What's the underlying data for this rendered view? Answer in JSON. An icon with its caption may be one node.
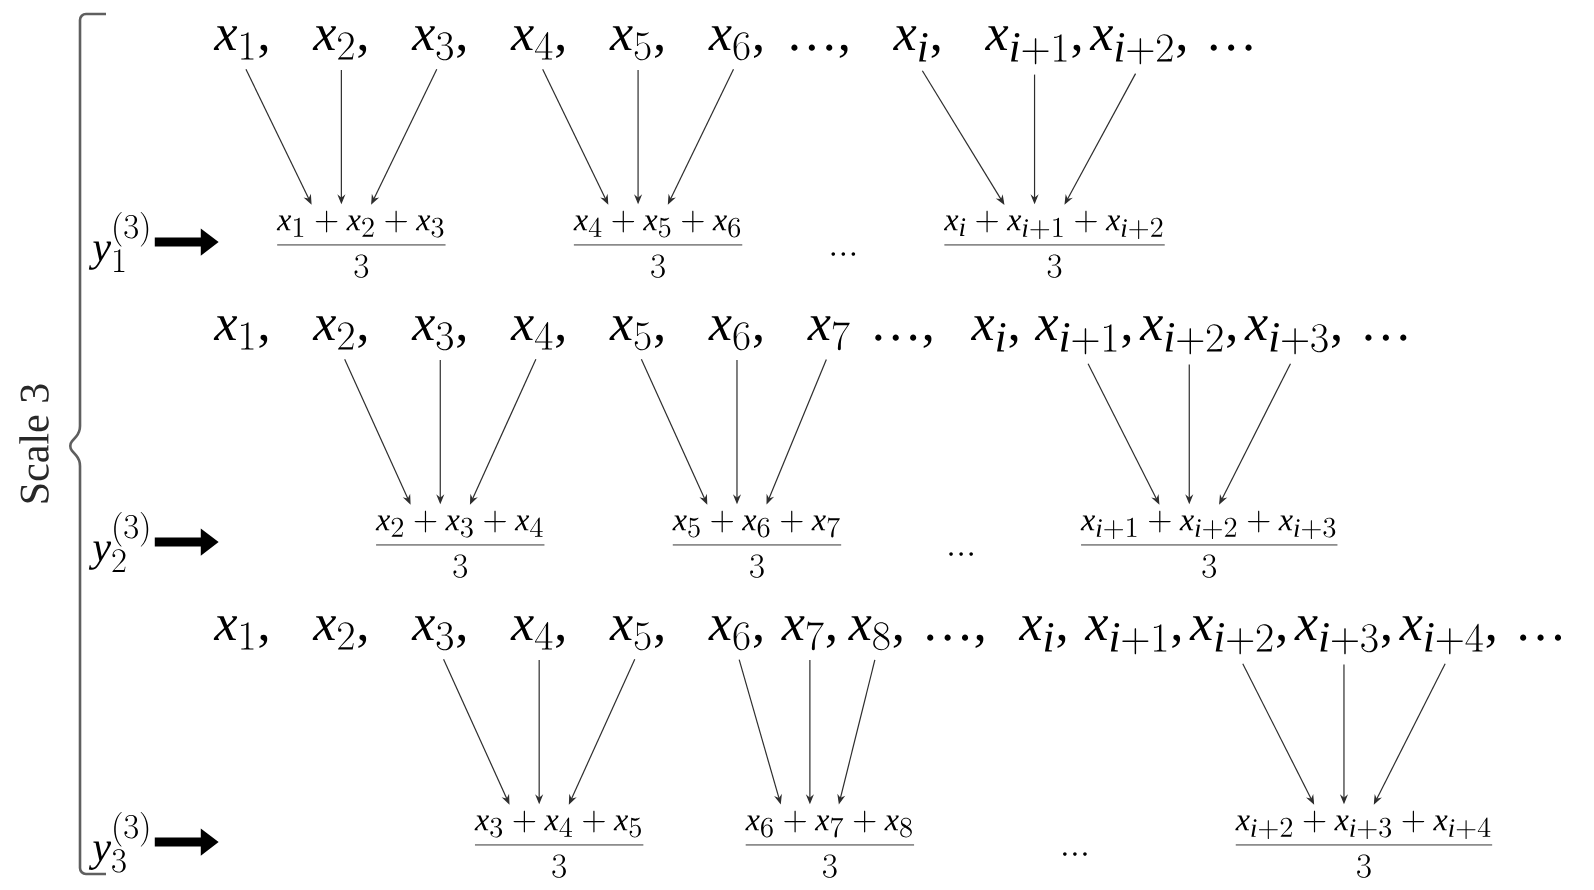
{
  "diagram": {
    "nodes": [
      {
        "text": [
          "x_1,"
        ]
      },
      {
        "text": [
          "x_2,"
        ]
      },
      {
        "text": [
          "x_3,"
        ]
      },
      {
        "text": [
          "x_4,"
        ]
      },
      {
        "text": [
          "x_5,"
        ]
      },
      {
        "text": [
          "x_6,"
        ]
      },
      {
        "text": [
          "x_i,"
        ]
      },
      {
        "text": [
          "x_{i+1},"
        ]
      },
      {
        "text": [
          "x_{i+2},"
        ]
      },
      {
        "text": [
          "y_1^{(3)}"
        ]
      },
      {
        "text": [
          "\\frac{x_1 + x_2 + x_3}{3}"
        ]
      },
      {
        "text": [
          "\\frac{x_4 + x_5 + x_6}{3}"
        ]
      },
      {
        "text": [
          "\\frac{x_i + x_{i+1} + x_{i+2}}{3}"
        ]
      },
      {
        "text": [
          "x_2,"
        ]
      },
      {
        "text": [
          "x_3,"
        ]
      },
      {
        "text": [
          "x_4,"
        ]
      },
      {
        "text": [
          "x_5,"
        ]
      },
      {
        "text": [
          "x_6,"
        ]
      },
      {
        "text": [
          "x_7"
        ]
      },
      {
        "text": [
          "x_{i+1},"
        ]
      },
      {
        "text": [
          "x_{i+2},"
        ]
      },
      {
        "text": [
          "x_{i+3},"
        ]
      },
      {
        "text": [
          "y_2^{(3)}"
        ]
      },
      {
        "text": [
          "\\frac{x_2 + x_3 + x_4}{3}"
        ]
      },
      {
        "text": [
          "\\frac{x_5 + x_6 + x_7}{3}"
        ]
      },
      {
        "text": [
          "\\frac{x_{i+1} + x_{i+2} + x_{i+3}}{3}"
        ]
      },
      {
        "text": [
          "x_3,"
        ]
      },
      {
        "text": [
          "x_4,"
        ]
      },
      {
        "text": [
          "x_5,"
        ]
      },
      {
        "text": [
          "x_6,"
        ]
      },
      {
        "text": [
          "x_7,"
        ]
      },
      {
        "text": [
          "x_8,"
        ]
      },
      {
        "text": [
          "x_{i+2},"
        ]
      },
      {
        "text": [
          "x_{i+3},"
        ]
      },
      {
        "text": [
          "x_{i+4},"
        ]
      },
      {
        "text": [
          "y_3^{(3)}"
        ]
      },
      {
        "text": [
          "\\frac{x_3 + x_4 + x_5}{3}"
        ]
      },
      {
        "text": [
          "\\frac{x_6 + x_7 + x_8}{3}"
        ]
      },
      {
        "text": [
          "\\frac{x_{i+2} + x_{i+3} + x_{i+4}}{3}"
        ]
      }
    ],
    "edges": [
      {
        "from": 0,
        "to": 10,
        "arrow": "to"
      },
      {
        "from": 1,
        "to": 10,
        "arrow": "to"
      },
      {
        "from": 2,
        "to": 10,
        "arrow": "to"
      },
      {
        "from": 3,
        "to": 11,
        "arrow": "to"
      },
      {
        "from": 4,
        "to": 11,
        "arrow": "to"
      },
      {
        "from": 5,
        "to": 11,
        "arrow": "to"
      },
      {
        "from": 6,
        "to": 12,
        "arrow": "to"
      },
      {
        "from": 7,
        "to": 12,
        "arrow": "to"
      },
      {
        "from": 8,
        "to": 12,
        "arrow": "to"
      },
      {
        "from": 9,
        "to": null,
        "arrow": "to",
        "style": "thick"
      },
      {
        "from": 13,
        "to": 23,
        "arrow": "to"
      },
      {
        "from": 14,
        "to": 23,
        "arrow": "to"
      },
      {
        "from": 15,
        "to": 23,
        "arrow": "to"
      },
      {
        "from": 16,
        "to": 24,
        "arrow": "to"
      },
      {
        "from": 17,
        "to": 24,
        "arrow": "to"
      },
      {
        "from": 18,
        "to": 24,
        "arrow": "to"
      },
      {
        "from": 19,
        "to": 25,
        "arrow": "to"
      },
      {
        "from": 20,
        "to": 25,
        "arrow": "to"
      },
      {
        "from": 21,
        "to": 25,
        "arrow": "to"
      },
      {
        "from": 22,
        "to": null,
        "arrow": "to",
        "style": "thick"
      },
      {
        "from": 26,
        "to": 36,
        "arrow": "to"
      },
      {
        "from": 27,
        "to": 36,
        "arrow": "to"
      },
      {
        "from": 28,
        "to": 36,
        "arrow": "to"
      },
      {
        "from": 29,
        "to": 37,
        "arrow": "to"
      },
      {
        "from": 30,
        "to": 37,
        "arrow": "to"
      },
      {
        "from": 31,
        "to": 37,
        "arrow": "to"
      },
      {
        "from": 32,
        "to": 38,
        "arrow": "to"
      },
      {
        "from": 33,
        "to": 38,
        "arrow": "to"
      },
      {
        "from": 34,
        "to": 38,
        "arrow": "to"
      },
      {
        "from": 35,
        "to": null,
        "arrow": "to",
        "style": "thick"
      }
    ],
    "labels": [
      "Scale 3",
      "…,",
      "…",
      "…",
      "x_1,",
      "…,",
      "x_i,",
      "…",
      "…",
      "x_1,",
      "x_2,",
      "…,",
      "x_i,",
      "x_{i+1},",
      "…",
      "…"
    ]
  }
}
